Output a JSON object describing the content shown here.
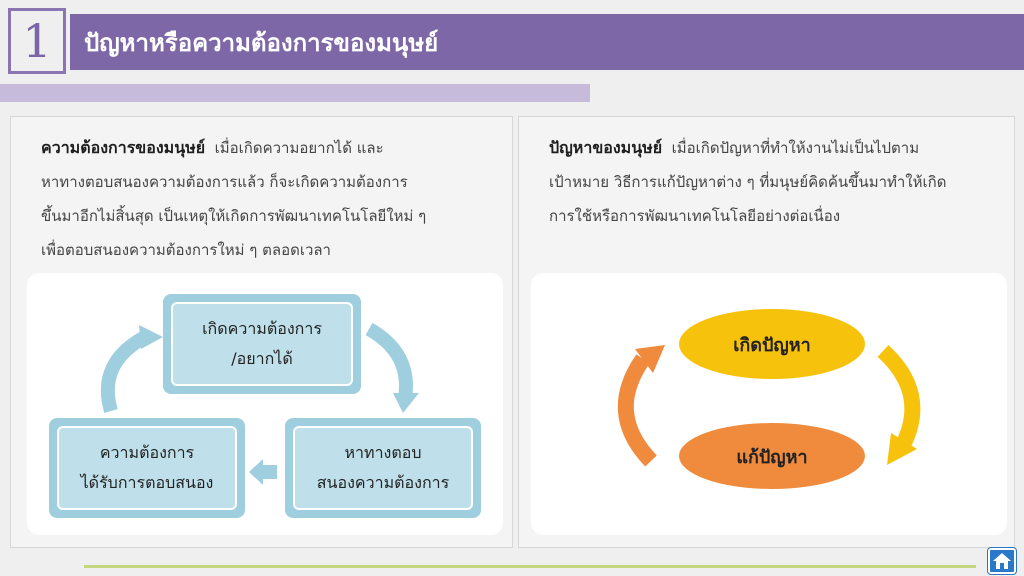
{
  "header": {
    "section_number": "1",
    "title": "ปัญหาหรือความต้องการของมนุษย์"
  },
  "left_panel": {
    "heading": "ความต้องการของมนุษย์",
    "text_lines": [
      "เมื่อเกิดความอยากได้ และ",
      "หาทางตอบสนองความต้องการแล้ว   ก็จะเกิดความต้องการ",
      "ขึ้นมาอีกไม่สิ้นสุด เป็นเหตุให้เกิดการพัฒนาเทคโนโลยีใหม่ ๆ",
      "เพื่อตอบสนองความต้องการใหม่ ๆ ตลอดเวลา"
    ],
    "cycle": {
      "top_box": [
        "เกิดความต้องการ",
        "/อยากได้"
      ],
      "right_box": [
        "หาทางตอบ",
        "สนองความต้องการ"
      ],
      "left_box": [
        "ความต้องการ",
        "ได้รับการตอบสนอง"
      ]
    }
  },
  "right_panel": {
    "heading": "ปัญหาของมนุษย์",
    "text_lines": [
      "เมื่อเกิดปัญหาที่ทำให้งานไม่เป็นไปตาม",
      "เป้าหมาย วิธีการแก้ปัญหาต่าง ๆ ที่มนุษย์คิดค้นขึ้นมาทำให้เกิด",
      "การใช้หรือการพัฒนาเทคโนโลยีอย่างต่อเนื่อง"
    ],
    "cycle": {
      "top": "เกิดปัญหา",
      "bottom": "แก้ปัญหา"
    }
  },
  "colors": {
    "purple": "#7e67a6",
    "lilac": "#c7bbdc",
    "teal_box": "#9fcfdf",
    "yellow": "#f7c20c",
    "orange": "#f08a3c",
    "green_line": "#c4d67e"
  },
  "icons": {
    "home": "home-icon"
  }
}
